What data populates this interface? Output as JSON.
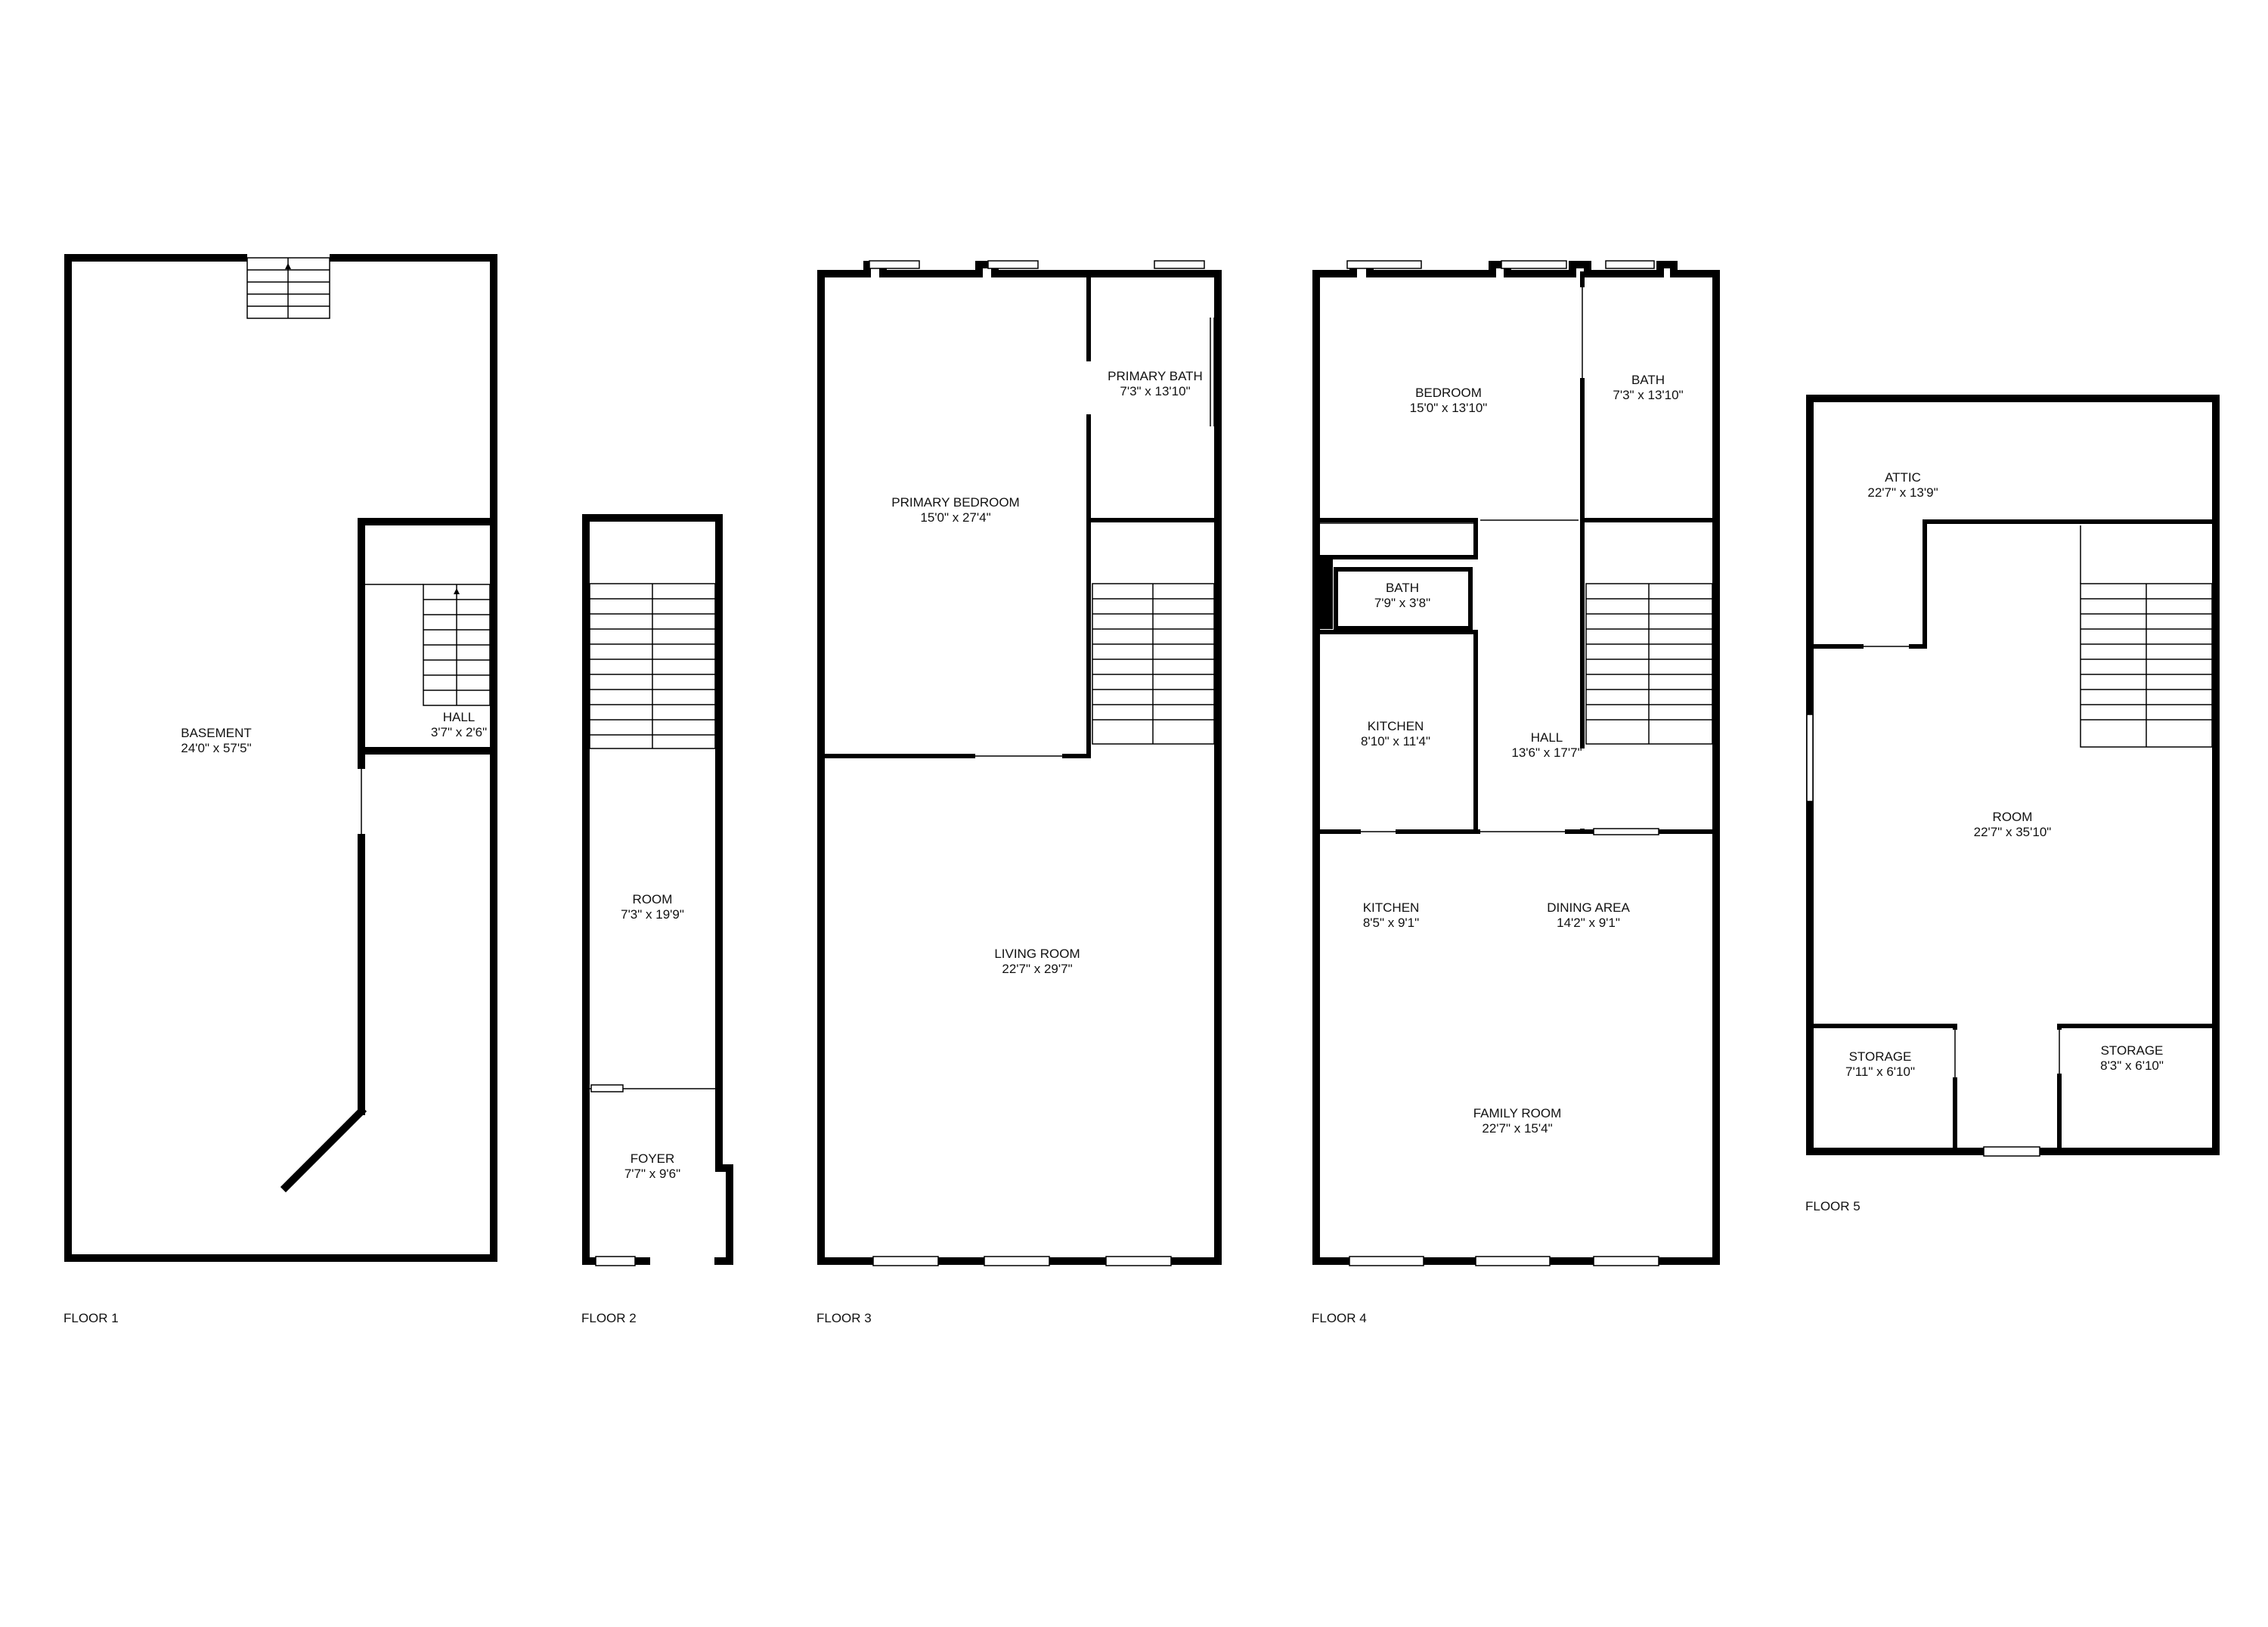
{
  "floors": [
    {
      "label": "FLOOR 1",
      "rooms": [
        {
          "name": "BASEMENT",
          "dims": "24'0\" x 57'5\""
        },
        {
          "name": "HALL",
          "dims": "3'7\" x 2'6\""
        }
      ]
    },
    {
      "label": "FLOOR 2",
      "rooms": [
        {
          "name": "ROOM",
          "dims": "7'3\" x 19'9\""
        },
        {
          "name": "FOYER",
          "dims": "7'7\" x 9'6\""
        }
      ]
    },
    {
      "label": "FLOOR 3",
      "rooms": [
        {
          "name": "PRIMARY BEDROOM",
          "dims": "15'0\" x 27'4\""
        },
        {
          "name": "PRIMARY BATH",
          "dims": "7'3\" x 13'10\""
        },
        {
          "name": "LIVING ROOM",
          "dims": "22'7\" x 29'7\""
        }
      ]
    },
    {
      "label": "FLOOR 4",
      "rooms": [
        {
          "name": "BEDROOM",
          "dims": "15'0\" x 13'10\""
        },
        {
          "name": "BATH",
          "dims": "7'3\" x 13'10\""
        },
        {
          "name": "BATH",
          "dims": "7'9\" x 3'8\""
        },
        {
          "name": "KITCHEN",
          "dims": "8'10\" x 11'4\""
        },
        {
          "name": "HALL",
          "dims": "13'6\" x 17'7\""
        },
        {
          "name": "KITCHEN",
          "dims": "8'5\" x 9'1\""
        },
        {
          "name": "DINING AREA",
          "dims": "14'2\" x 9'1\""
        },
        {
          "name": "FAMILY ROOM",
          "dims": "22'7\" x 15'4\""
        }
      ]
    },
    {
      "label": "FLOOR 5",
      "rooms": [
        {
          "name": "ATTIC",
          "dims": "22'7\" x 13'9\""
        },
        {
          "name": "ROOM",
          "dims": "22'7\" x 35'10\""
        },
        {
          "name": "STORAGE",
          "dims": "7'11\" x 6'10\""
        },
        {
          "name": "STORAGE",
          "dims": "8'3\" x 6'10\""
        }
      ]
    }
  ]
}
